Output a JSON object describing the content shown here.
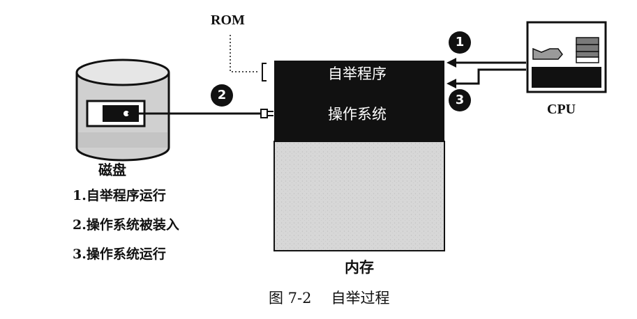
{
  "labels": {
    "rom": "ROM",
    "disk": "磁盘",
    "memory": "内存",
    "cpu": "CPU",
    "memory_boot": "自举程序",
    "memory_os": "操作系统"
  },
  "steps": [
    "1.自举程序运行",
    "2.操作系统被装入",
    "3.操作系统运行"
  ],
  "badges": [
    "1",
    "2",
    "3"
  ],
  "caption": {
    "number": "图 7-2",
    "title": "自举过程"
  },
  "colors": {
    "ink": "#111111",
    "memory_fill": "#d9d9d9",
    "white": "#ffffff"
  }
}
